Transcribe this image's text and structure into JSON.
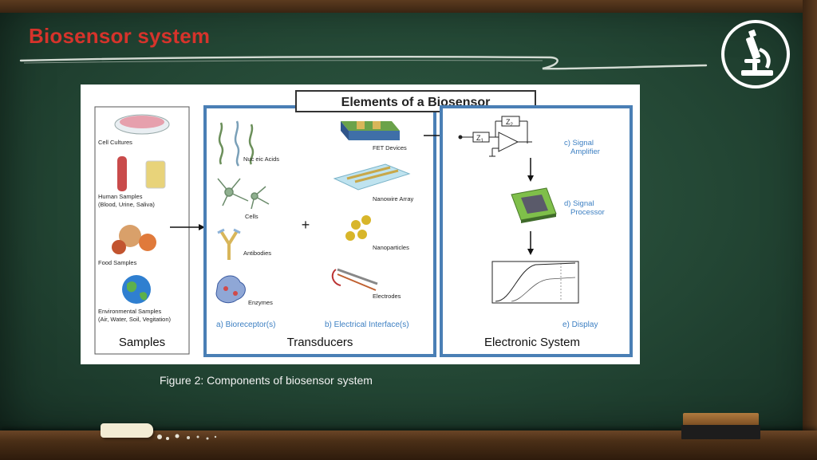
{
  "slide": {
    "title": "Biosensor system",
    "caption": "Figure 2: Components of biosensor system",
    "logo": "microscope-icon",
    "colors": {
      "title": "#d6332b",
      "board": "#234634",
      "panel_border": "#4a7fb5",
      "label_blue": "#3c7fc2"
    }
  },
  "figure": {
    "header": "Elements of a Biosensor",
    "samples": {
      "title": "Samples",
      "items": [
        "Cell Cultures",
        "Human Samples",
        "(Blood, Urine, Saliva)",
        "Food Samples",
        "Environmental Samples",
        "(Air, Water, Soil, Vegitation)"
      ]
    },
    "transducers": {
      "title": "Transducers",
      "plus": "+",
      "bioreceptors": [
        "Nuc eic Acids",
        "Cells",
        "Antibodies",
        "Enzymes"
      ],
      "interfaces": [
        "FET Devices",
        "Nanowire Array",
        "Nanoparticles",
        "Electrodes"
      ],
      "label_a": "a) Bioreceptor(s)",
      "label_b": "b) Electrical Interface(s)"
    },
    "electronic": {
      "title": "Electronic System",
      "z1": "Z",
      "z1_sub": "1",
      "z2": "Z",
      "z2_sub": "2",
      "amp_line1": "c) Signal",
      "amp_line2": "Amplifier",
      "proc_line1": "d) Signal",
      "proc_line2": "Processor",
      "display": "e) Display"
    }
  }
}
